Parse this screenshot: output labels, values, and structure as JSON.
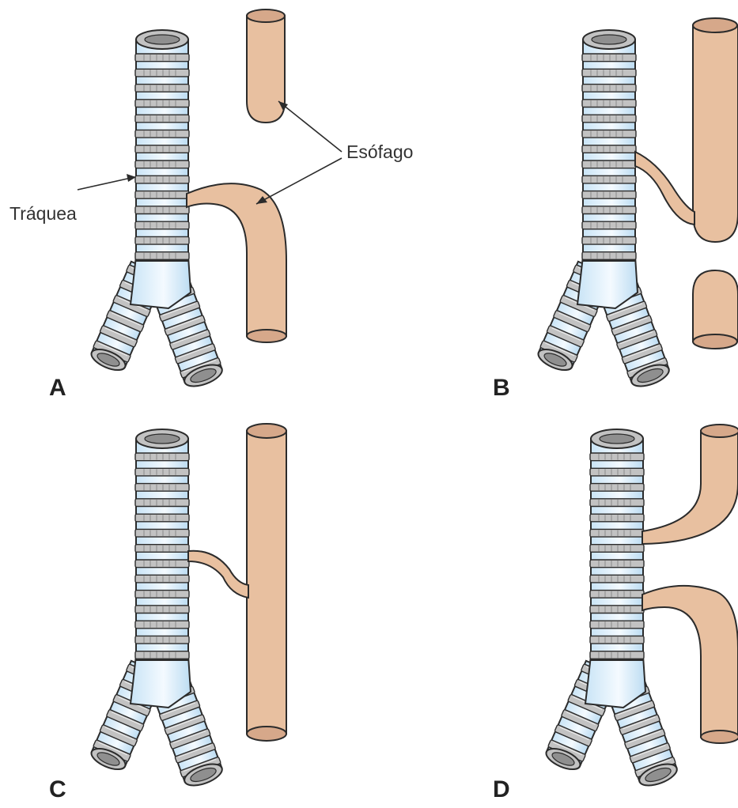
{
  "labels": {
    "trachea": "Tráquea",
    "esophagus": "Esófago"
  },
  "panels": [
    {
      "letter": "A",
      "variant": "upper-blind-pouch-lower-fistula"
    },
    {
      "letter": "B",
      "variant": "upper-fistula-lower-blind-pouch"
    },
    {
      "letter": "C",
      "variant": "h-type-fistula"
    },
    {
      "letter": "D",
      "variant": "double-fistula"
    }
  ],
  "colors": {
    "trachea_fill": "#dff0fb",
    "trachea_ring": "#c2c2c2",
    "esophagus_fill": "#e8c0a0",
    "outline": "#2b2b2b",
    "text": "#222222"
  }
}
